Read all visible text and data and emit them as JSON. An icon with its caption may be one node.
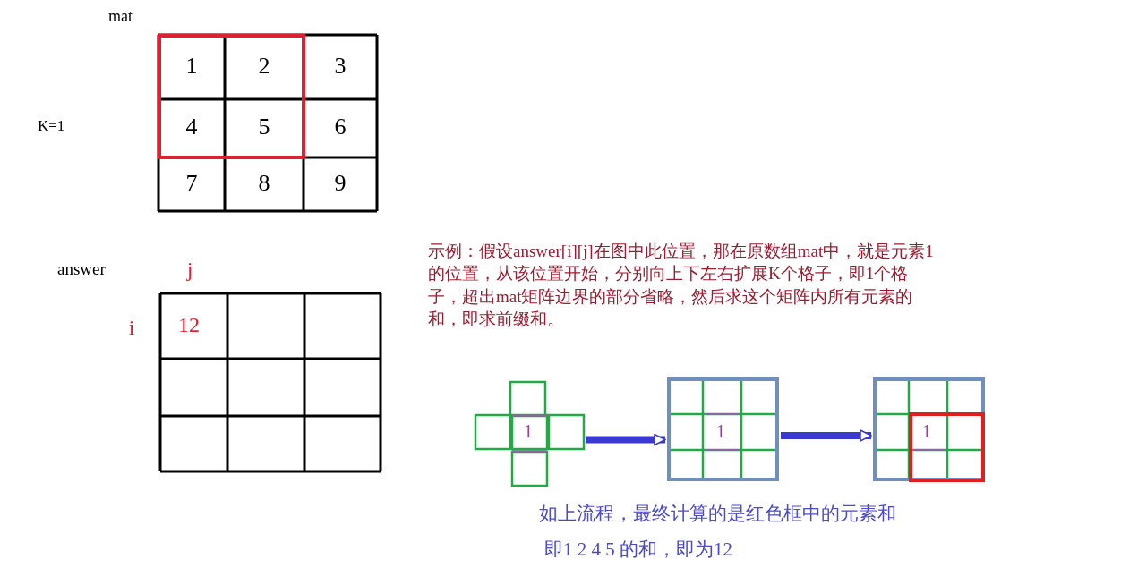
{
  "diagram": {
    "nodes": [
      {
        "text": [
          "1"
        ]
      },
      {
        "text": [
          "1"
        ]
      },
      {
        "text": [
          "1"
        ]
      }
    ],
    "edges": [
      {
        "from": 0,
        "to": 1,
        "arrow": "to"
      },
      {
        "from": 1,
        "to": 2,
        "arrow": "to"
      }
    ],
    "labels": [
      "mat",
      "K=1",
      "1",
      "2",
      "3",
      "4",
      "5",
      "6",
      "7",
      "8",
      "9",
      "answer",
      "j",
      "i",
      "12",
      "示例：假设answer[i][j]在图中此位置，那在原数组mat中，就是元素1的位置，从该位置开始，分别向上下左右扩展K个格子，即1个格子，超出mat矩阵边界的部分省略，然后求这个矩阵内所有元素的和，即求前缀和。",
      "如上流程，最终计算的是红色框中的元素和",
      "即1 2 4 5 的和，即为12"
    ]
  }
}
